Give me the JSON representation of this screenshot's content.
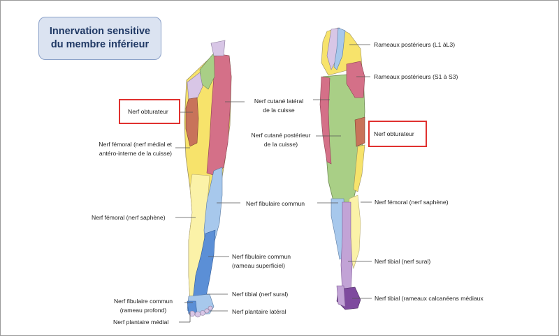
{
  "title": {
    "line1": "Innervation sensitive",
    "line2": "du membre inférieur"
  },
  "labels": {
    "obturateur_left": "Nerf obturateur",
    "femoral_medial_1": "Nerf fémoral (nerf médial et",
    "femoral_medial_2": "antéro-interne de la cuisse)",
    "femoral_saphene_left": "Nerf fémoral (nerf saphène)",
    "fibulaire_profond_1": "Nerf fibulaire commun",
    "fibulaire_profond_2": "(rameau profond)",
    "plantaire_medial": "Nerf plantaire médial",
    "cutane_lateral_1": "Nerf cutané latéral",
    "cutane_lateral_2": "de la cuisse",
    "cutane_posterieur_1": "Nerf cutané postérieur",
    "cutane_posterieur_2": "de la cuisse)",
    "fibulaire_commun": "Nerf fibulaire commun",
    "fibulaire_superficiel_1": "Nerf fibulaire commun",
    "fibulaire_superficiel_2": "(rameau superficiel)",
    "tibial_sural_left": "Nerf tibial (nerf sural)",
    "plantaire_lateral": "Nerf plantaire latéral",
    "rameaux_l1l3": "Rameaux postérieurs (L1 àL3)",
    "rameaux_s1s3": "Rameaux postérieurs (S1 à S3)",
    "obturateur_right": "Nerf obturateur",
    "femoral_saphene_right": "Nerf fémoral (nerf saphène)",
    "tibial_sural_right": "Nerf tibial (nerf sural)",
    "tibial_calcaneens": "Nerf tibial (rameaux calcanéens médiaux"
  },
  "colors": {
    "title_text": "#1f3864",
    "title_bg": "#dbe3f1",
    "highlight": "#e0312f",
    "region_yellow": "#f7e36b",
    "region_pale_yellow": "#fbf2a8",
    "region_pink": "#d47088",
    "region_green": "#a9cf86",
    "region_brown": "#c8735a",
    "region_lavender": "#d8c6e6",
    "region_light_blue": "#a7c8ec",
    "region_blue": "#5b8fd6",
    "region_purple": "#7e4a9e",
    "region_mauve": "#c2a3d6"
  }
}
